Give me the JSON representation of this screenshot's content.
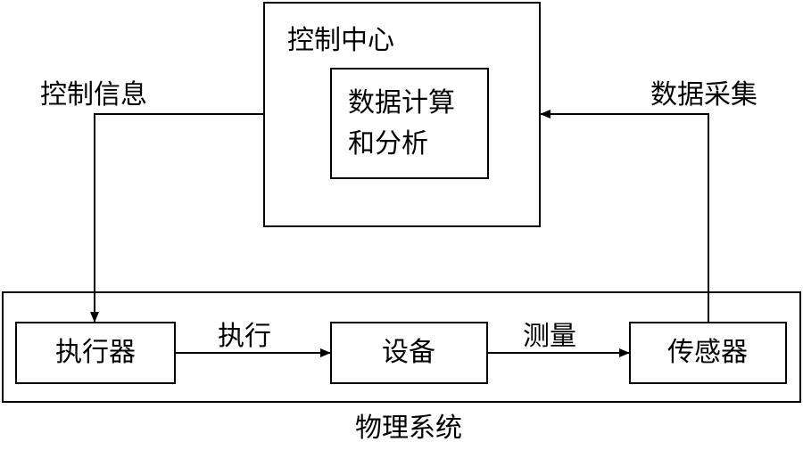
{
  "control_center": {
    "title": "控制中心",
    "inner_line1": "数据计算",
    "inner_line2": "和分析"
  },
  "physical_system": {
    "title": "物理系统",
    "actuator": "执行器",
    "device": "设备",
    "sensor": "传感器"
  },
  "edges": {
    "control_info": "控制信息",
    "data_collection": "数据采集",
    "execute": "执行",
    "measure": "测量"
  }
}
